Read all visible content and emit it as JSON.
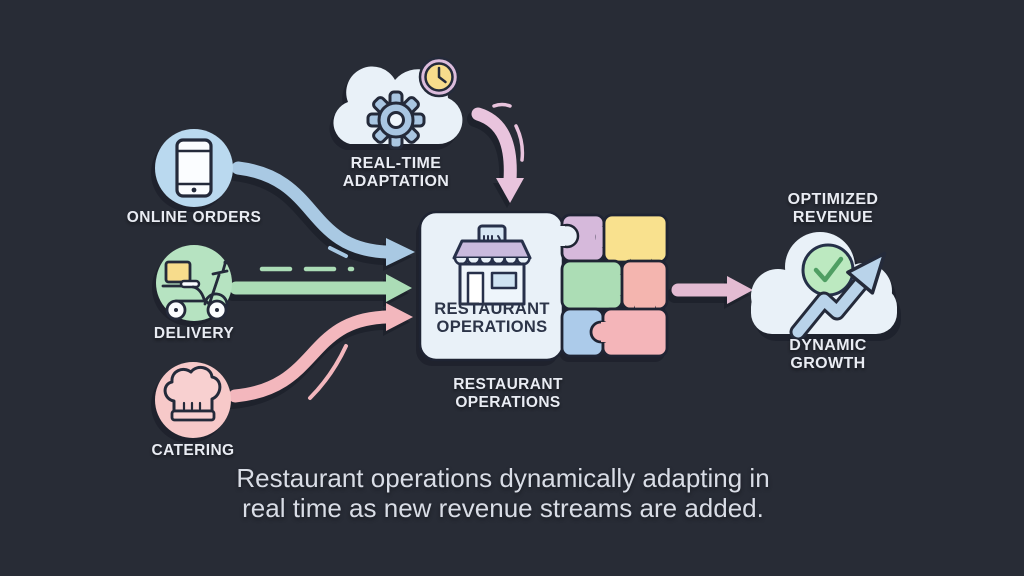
{
  "background_color": "#282c36",
  "text_color": "#e9ecf3",
  "caption": {
    "line1": "Restaurant operations dynamically adapting in",
    "line2": "real time as new revenue streams are added."
  },
  "revenue_streams": [
    {
      "label": "ONLINE ORDERS",
      "icon": "smartphone-icon",
      "circle_color": "#bad9ef",
      "arrow_color": "#a9c9e3",
      "arrow_style": "s-curve-down"
    },
    {
      "label": "DELIVERY",
      "icon": "delivery-scooter-icon",
      "circle_color": "#b6e3c1",
      "arrow_color": "#abdcb6",
      "arrow_style": "straight"
    },
    {
      "label": "CATERING",
      "icon": "chef-hat-icon",
      "circle_color": "#f7c9c9",
      "arrow_color": "#f3b7bd",
      "arrow_style": "s-curve-up"
    }
  ],
  "adaptation_node": {
    "label_line1": "REAL-TIME",
    "label_line2": "ADAPTATION",
    "icons": [
      "gear-icon",
      "clock-icon"
    ],
    "cloud_color": "#e9f1f8",
    "gear_color": "#a9c6e2",
    "clock_face_color": "#f7dc8c",
    "clock_ring_color": "#dcbcdc",
    "arrow_color": "#e9c4dd"
  },
  "operations_node": {
    "box_line1": "RESTAURANT",
    "box_line2": "OPERATIONS",
    "caption_line1": "RESTAURANT",
    "caption_line2": "OPERATIONS",
    "icon": "storefront-icon",
    "box_color": "#e9f1f8",
    "awning_color": "#c9badd",
    "puzzle_pieces": [
      {
        "position": "top-left",
        "color": "#d6b9db"
      },
      {
        "position": "top-right",
        "color": "#f9e18e"
      },
      {
        "position": "middle-left",
        "color": "#acddb5"
      },
      {
        "position": "middle-right",
        "color": "#f4b5af"
      },
      {
        "position": "bottom-left",
        "color": "#accbea"
      },
      {
        "position": "bottom-right",
        "color": "#f4b5b9"
      }
    ],
    "output_arrow_color": "#e3bbd2"
  },
  "outcome_node": {
    "top_label_line1": "OPTIMIZED",
    "top_label_line2": "REVENUE",
    "bottom_label_line1": "DYNAMIC",
    "bottom_label_line2": "GROWTH",
    "icons": [
      "check-circle-icon",
      "growth-arrow-icon"
    ],
    "cloud_color": "#e9f1f8",
    "check_color": "#bce9c0",
    "check_stroke_color": "#4f9e63",
    "growth_arrow_color": "#b9d3ea"
  }
}
